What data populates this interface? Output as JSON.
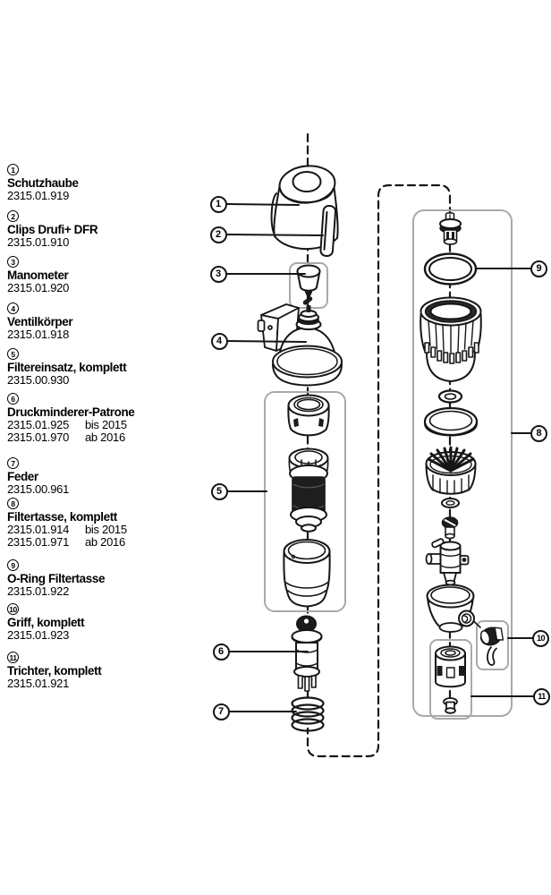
{
  "page": {
    "background": "#ffffff"
  },
  "styles": {
    "line_color": "#161616",
    "group_box_color": "#a9a9a9",
    "dark_fill": "#1c1c1c"
  },
  "parts_list": {
    "items": [
      {
        "number": "1",
        "name": "Schutzhaube",
        "code1": "2315.01.919"
      },
      {
        "number": "2",
        "name": "Clips Drufi+ DFR",
        "code1": "2315.01.910"
      },
      {
        "number": "3",
        "name": "Manometer",
        "code1": "2315.01.920"
      },
      {
        "number": "4",
        "name": "Ventilkörper",
        "code1": "2315.01.918"
      },
      {
        "number": "5",
        "name": "Filtereinsatz, komplett",
        "code1": "2315.00.930"
      },
      {
        "number": "6",
        "name": "Druckminderer-Patrone",
        "code1": "2315.01.925",
        "note1": "bis 2015",
        "code2": "2315.01.970",
        "note2": "ab 2016"
      },
      {
        "number": "7",
        "name": "Feder",
        "code1": "2315.00.961"
      },
      {
        "number": "8",
        "name": "Filtertasse, komplett",
        "code1": "2315.01.914",
        "note1": "bis 2015",
        "code2": "2315.01.971",
        "note2": "ab 2016"
      },
      {
        "number": "9",
        "name": "O-Ring Filtertasse",
        "code1": "2315.01.922"
      },
      {
        "number": "10",
        "name": "Griff, komplett",
        "code1": "2315.01.923"
      },
      {
        "number": "11",
        "name": "Trichter, komplett",
        "code1": "2315.01.921"
      }
    ]
  },
  "diagram": {
    "type": "exploded-view",
    "callouts": [
      {
        "number": "1"
      },
      {
        "number": "2"
      },
      {
        "number": "3"
      },
      {
        "number": "4"
      },
      {
        "number": "5"
      },
      {
        "number": "6"
      },
      {
        "number": "7"
      },
      {
        "number": "8"
      },
      {
        "number": "9"
      },
      {
        "number": "10"
      },
      {
        "number": "11"
      }
    ]
  }
}
